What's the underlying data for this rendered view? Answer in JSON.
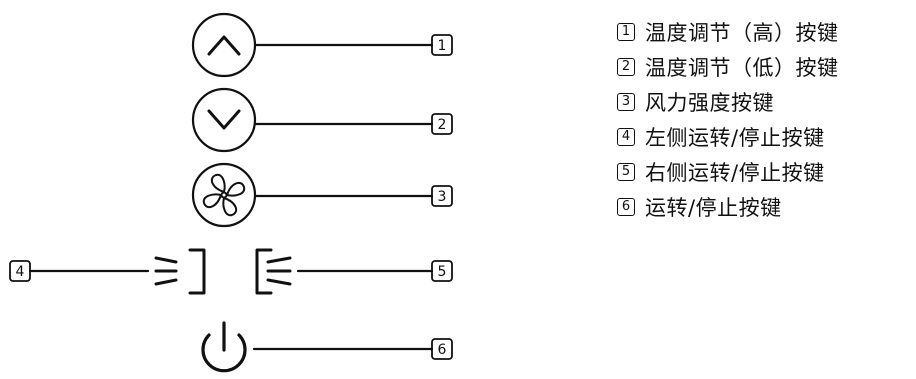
{
  "callouts": [
    {
      "num": "1",
      "control": "temp-up"
    },
    {
      "num": "2",
      "control": "temp-down"
    },
    {
      "num": "3",
      "control": "fan-speed"
    },
    {
      "num": "4",
      "control": "left-airflow"
    },
    {
      "num": "5",
      "control": "right-airflow"
    },
    {
      "num": "6",
      "control": "power"
    }
  ],
  "legend": [
    {
      "num": "1",
      "label": "温度调节（高）按键"
    },
    {
      "num": "2",
      "label": "温度调节（低）按键"
    },
    {
      "num": "3",
      "label": "风力强度按键"
    },
    {
      "num": "4",
      "label": "左侧运转/停止按键"
    },
    {
      "num": "5",
      "label": "右侧运转/停止按键"
    },
    {
      "num": "6",
      "label": "运转/停止按键"
    }
  ],
  "icons": [
    "chevron-up-icon",
    "chevron-down-icon",
    "fan-icon",
    "left-airflow-icon",
    "right-airflow-icon",
    "power-icon"
  ],
  "colors": {
    "stroke": "#111111",
    "background": "#ffffff"
  }
}
